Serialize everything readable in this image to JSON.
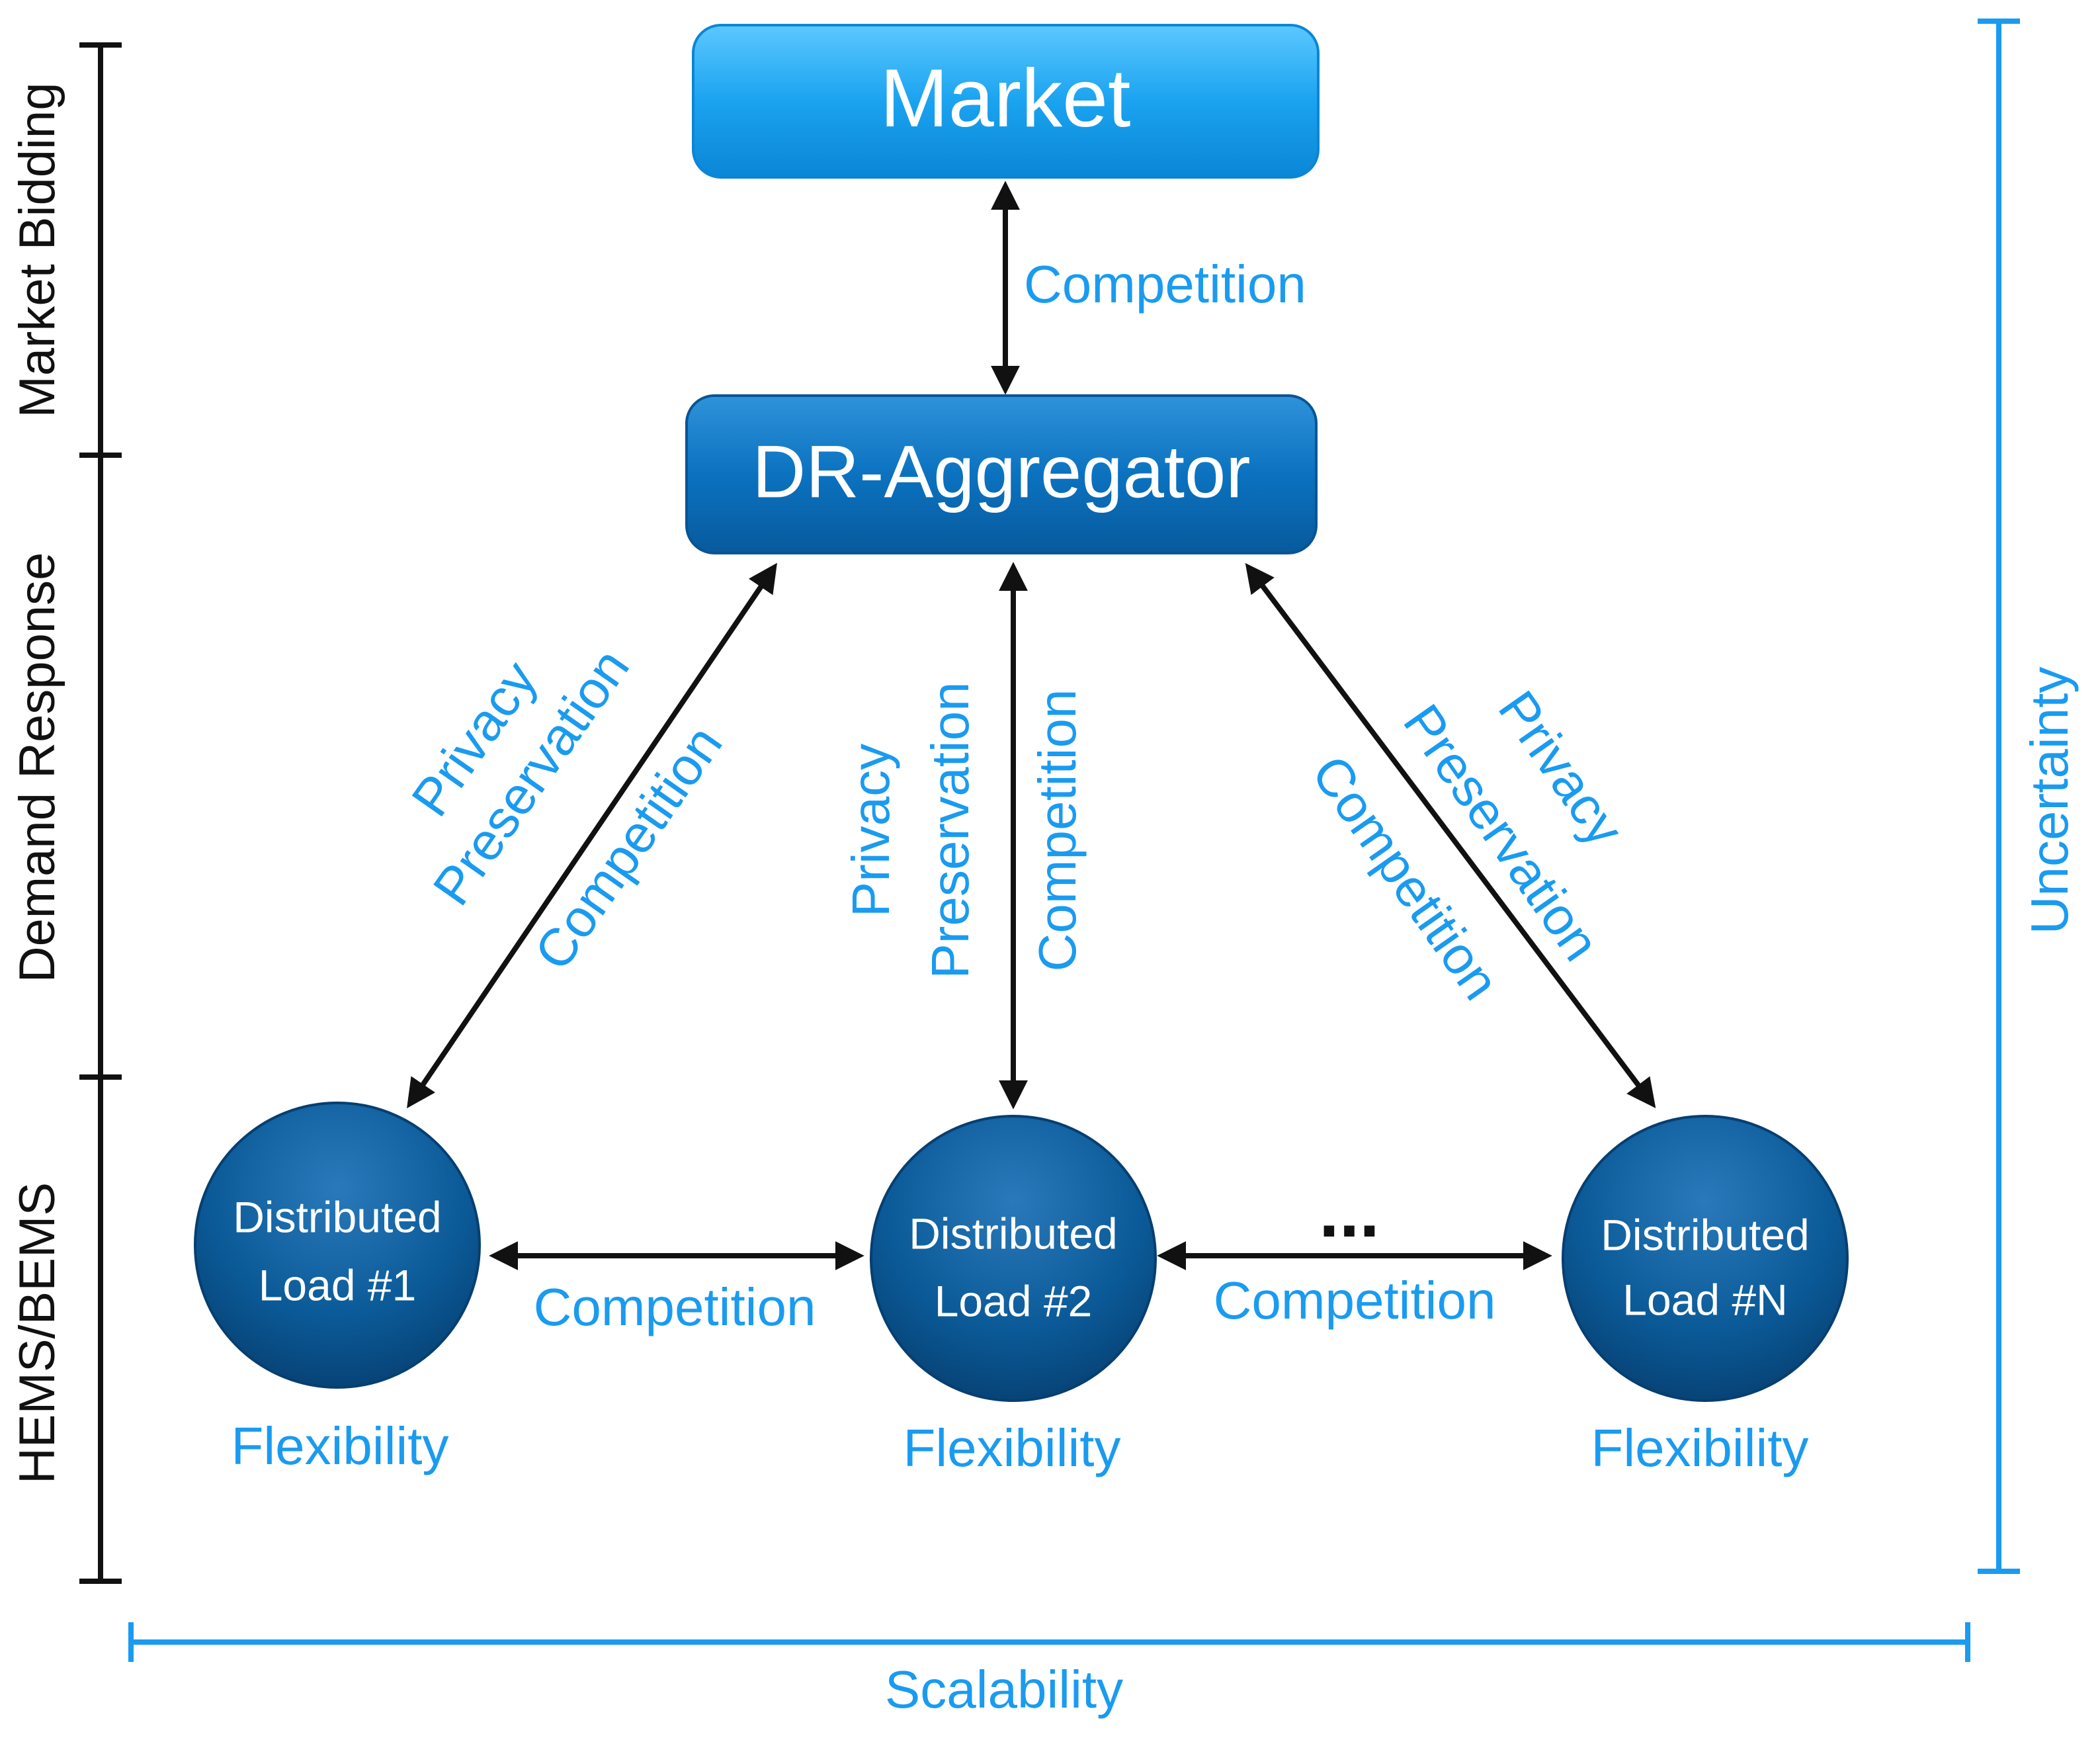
{
  "nodes": {
    "market": "Market",
    "aggregator": "DR-Aggregator",
    "loads": [
      {
        "line1": "Distributed",
        "line2": "Load #1",
        "flex": "Flexibility"
      },
      {
        "line1": "Distributed",
        "line2": "Load #2",
        "flex": "Flexibility"
      },
      {
        "line1": "Distributed",
        "line2": "Load #N",
        "flex": "Flexibility"
      }
    ],
    "ellipsis": "..."
  },
  "edges": {
    "market_aggregator": "Competition",
    "left": {
      "privacy": "Privacy",
      "preservation": "Preservation",
      "competition": "Competition"
    },
    "center": {
      "privacy": "Privacy",
      "preservation": "Preservation",
      "competition": "Competition"
    },
    "right": {
      "privacy": "Privacy",
      "preservation": "Preservation",
      "competition": "Competition"
    },
    "load1_load2": "Competition",
    "load2_loadN": "Competition"
  },
  "tiers": [
    "Market Bidding",
    "Demand Response",
    "HEMS/BEMS"
  ],
  "dimensions": {
    "vertical": "Uncertainty",
    "horizontal": "Scalability"
  },
  "colors": {
    "accent": "#1a9bf0",
    "market_box": "#1aa3f0",
    "aggregator_box": "#0a6fba",
    "load_circle": "#0b5690"
  }
}
